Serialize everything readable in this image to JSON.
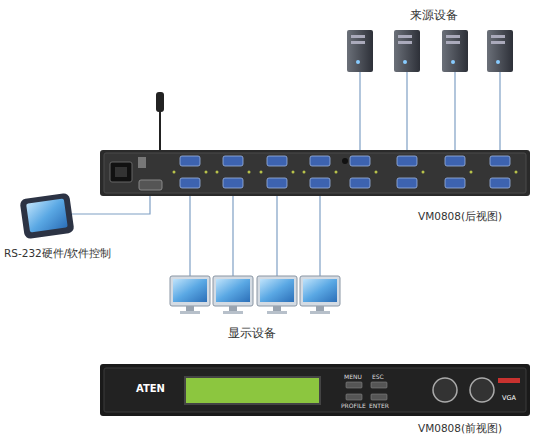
{
  "diagram": {
    "nodes": [
      {
        "text": [
          "VM0808(后视图)"
        ]
      },
      {
        "text": [
          "VM0808(前视图)"
        ]
      }
    ],
    "labels": [
      "来源设备",
      "RS-232硬件/软件控制",
      "显示设备",
      "ATEN",
      "MENU",
      "ESC",
      "PROFILE",
      "ENTER",
      "VGA"
    ]
  }
}
